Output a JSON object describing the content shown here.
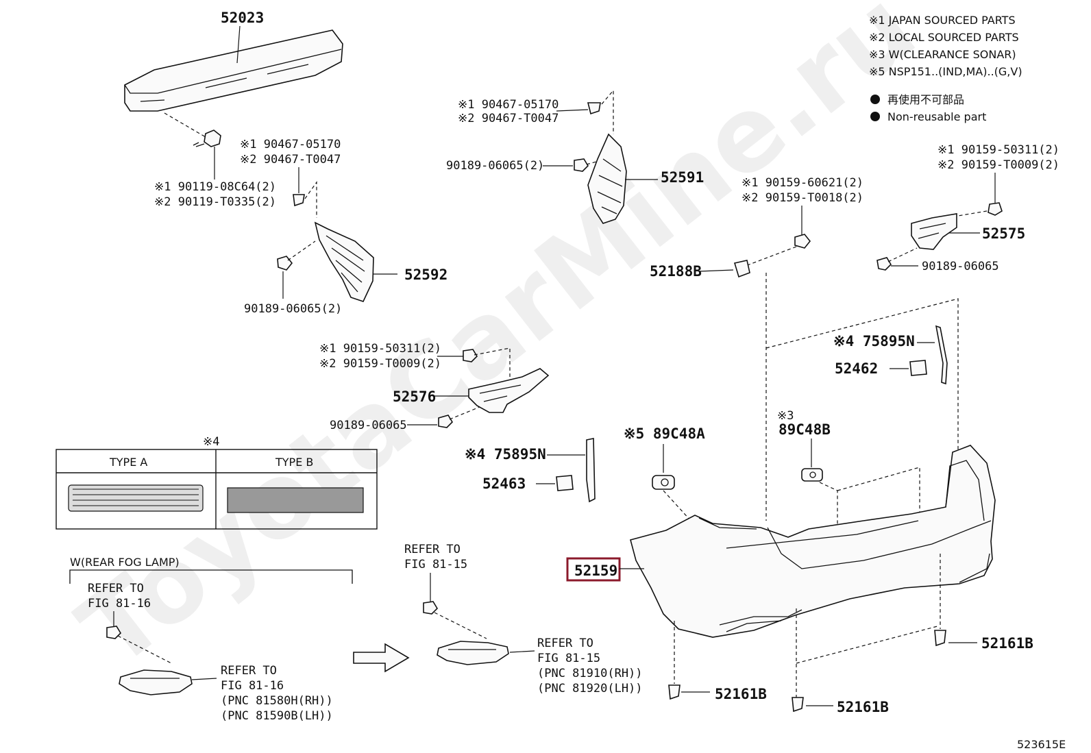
{
  "watermark": "ToyotaCarMine.ru",
  "legend": {
    "notes": [
      "※1 JAPAN SOURCED PARTS",
      "※2 LOCAL SOURCED PARTS",
      "※3 W(CLEARANCE SONAR)",
      "※5 NSP151..(IND,MA)..(G,V)"
    ],
    "nonreusable_jp": "再使用不可部品",
    "nonreusable_en": "Non-reusable part"
  },
  "parts": {
    "p52023": "52023",
    "bolt1_a": "※1 90119-08C64(2)",
    "bolt1_b": "※2 90119-T0335(2)",
    "clip1_a": "※1 90467-05170",
    "clip1_b": "※2 90467-T0047",
    "p52592": "52592",
    "p52592_screw": "90189-06065(2)",
    "clip2_a": "※1 90467-05170",
    "clip2_b": "※2 90467-T0047",
    "p52591_screw": "90189-06065(2)",
    "p52591": "52591",
    "scr1_a": "※1 90159-60621(2)",
    "scr1_b": "※2 90159-T0018(2)",
    "p52188B": "52188B",
    "scr2_a": "※1 90159-50311(2)",
    "scr2_b": "※2 90159-T0009(2)",
    "p52575": "52575",
    "p52575_screw": "90189-06065",
    "scr3_a": "※1 90159-50311(2)",
    "scr3_b": "※2 90159-T0009(2)",
    "p52576": "52576",
    "p52576_screw": "90189-06065",
    "r75895N_right": "※4 75895N",
    "p52462": "52462",
    "r75895N_left": "※4 75895N",
    "p52463": "52463",
    "s89C48A": "※5 89C48A",
    "s89C48B_note": "※3",
    "s89C48B": "89C48B",
    "p52159": "52159",
    "p52161B_a": "52161B",
    "p52161B_b": "52161B",
    "p52161B_c": "52161B",
    "type_note": "※4",
    "type_a": "TYPE A",
    "type_b": "TYPE B",
    "fog_title": "W(REAR FOG LAMP)",
    "ref16_a1": "REFER TO",
    "ref16_a2": "FIG 81-16",
    "ref16_b1": "REFER TO",
    "ref16_b2": "FIG 81-16",
    "ref16_b3": "(PNC 81580H(RH))",
    "ref16_b4": "(PNC 81590B(LH))",
    "ref15_a1": "REFER TO",
    "ref15_a2": "FIG 81-15",
    "ref15_b1": "REFER TO",
    "ref15_b2": "FIG 81-15",
    "ref15_b3": "(PNC 81910(RH))",
    "ref15_b4": "(PNC 81920(LH))",
    "fig_id": "523615E"
  },
  "colors": {
    "highlight": "#8b1a2b",
    "ink": "#111111"
  }
}
